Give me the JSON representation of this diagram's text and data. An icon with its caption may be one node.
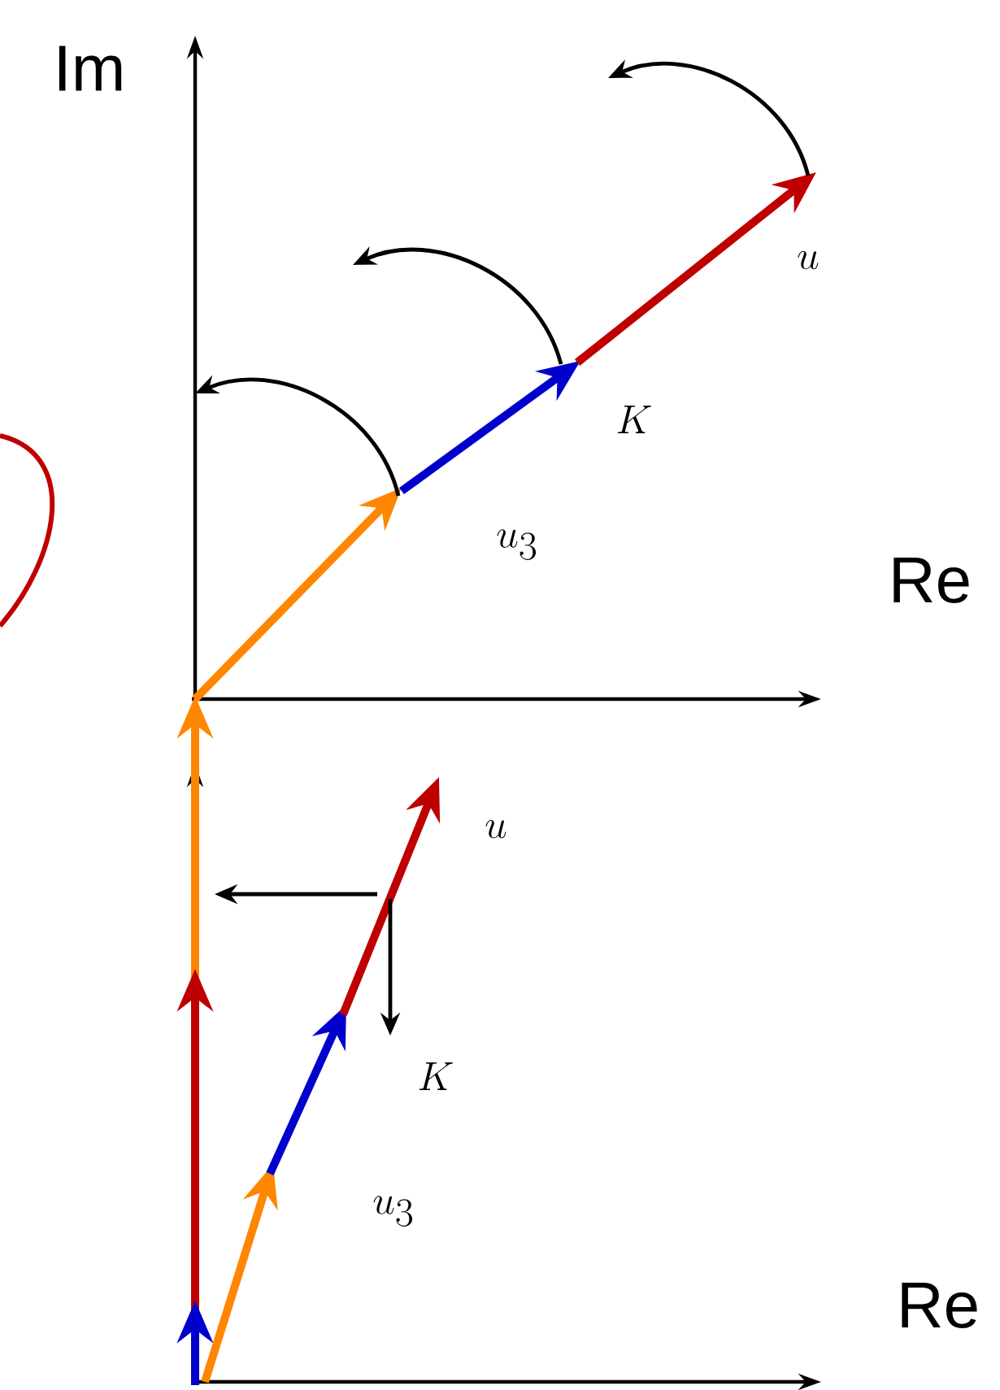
{
  "diagram": {
    "labels": [
      "Im",
      "u",
      "K",
      "u_3",
      "Re",
      "u",
      "K",
      "u_3",
      "Re"
    ]
  }
}
